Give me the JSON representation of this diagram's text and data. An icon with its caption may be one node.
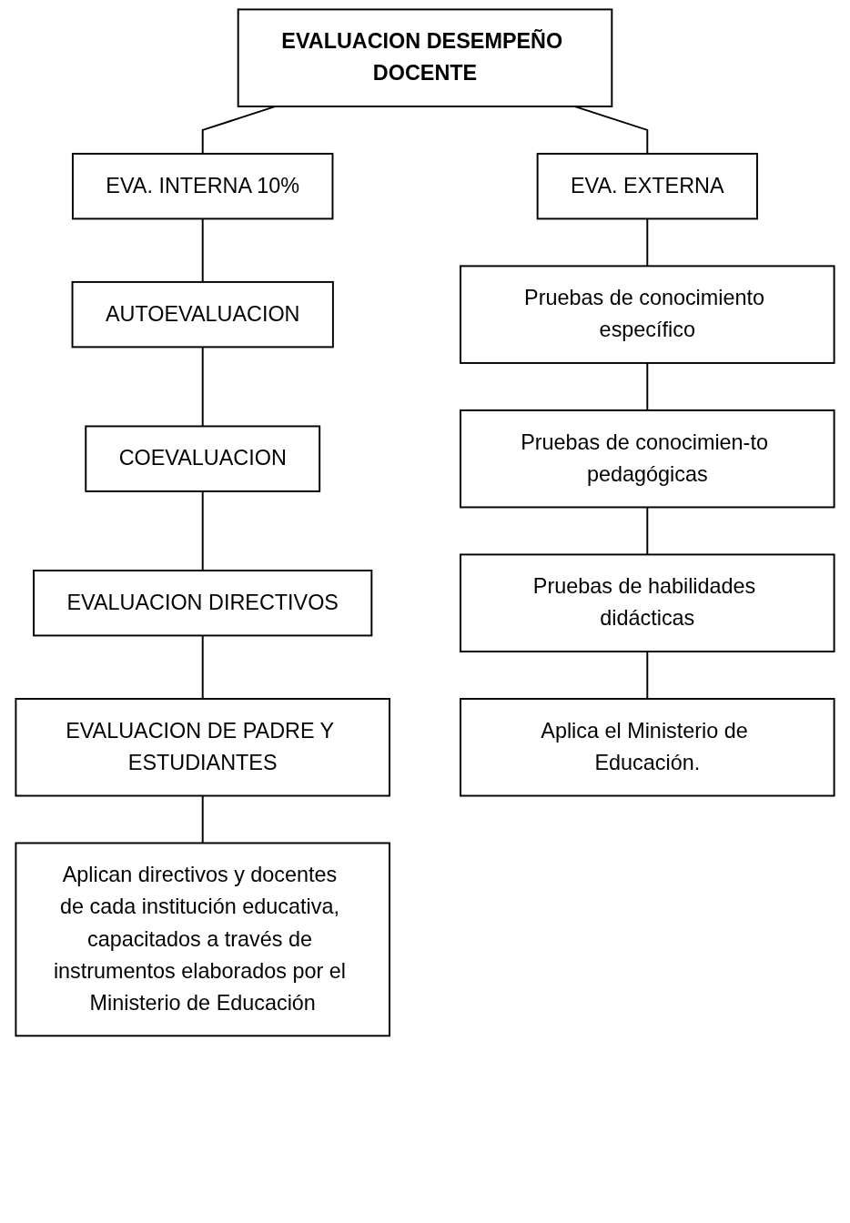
{
  "diagram": {
    "nodes": [
      {
        "text": [
          "EVALUACION DESEMPEÑO DOCENTE"
        ]
      },
      {
        "text": [
          "EVA. INTERNA 10%"
        ]
      },
      {
        "text": [
          "AUTOEVALUACION"
        ]
      },
      {
        "text": [
          "COEVALUACION"
        ]
      },
      {
        "text": [
          "EVALUACION DIRECTIVOS"
        ]
      },
      {
        "text": [
          "EVALUACION DE PADRE Y ESTUDIANTES"
        ]
      },
      {
        "text": [
          "Aplican directivos y docentes de cada institución educativa, capacitados a través de instrumentos elaborados por el Ministerio de Educación"
        ]
      },
      {
        "text": [
          "EVA. EXTERNA"
        ]
      },
      {
        "text": [
          "Pruebas de conocimiento específico"
        ]
      },
      {
        "text": [
          "Pruebas de conocimien-to pedagógicas"
        ]
      },
      {
        "text": [
          "Pruebas de habilidades didácticas"
        ]
      },
      {
        "text": [
          "Aplica el Ministerio de Educación."
        ]
      }
    ],
    "edges": [
      {
        "from": 0,
        "to": 1,
        "arrow": "none"
      },
      {
        "from": 0,
        "to": 7,
        "arrow": "none"
      },
      {
        "from": 1,
        "to": 2,
        "arrow": "none"
      },
      {
        "from": 2,
        "to": 3,
        "arrow": "none"
      },
      {
        "from": 3,
        "to": 4,
        "arrow": "none"
      },
      {
        "from": 4,
        "to": 5,
        "arrow": "none"
      },
      {
        "from": 5,
        "to": 6,
        "arrow": "none"
      },
      {
        "from": 7,
        "to": 8,
        "arrow": "none"
      },
      {
        "from": 8,
        "to": 9,
        "arrow": "none"
      },
      {
        "from": 9,
        "to": 10,
        "arrow": "none"
      },
      {
        "from": 10,
        "to": 11,
        "arrow": "none"
      }
    ]
  }
}
